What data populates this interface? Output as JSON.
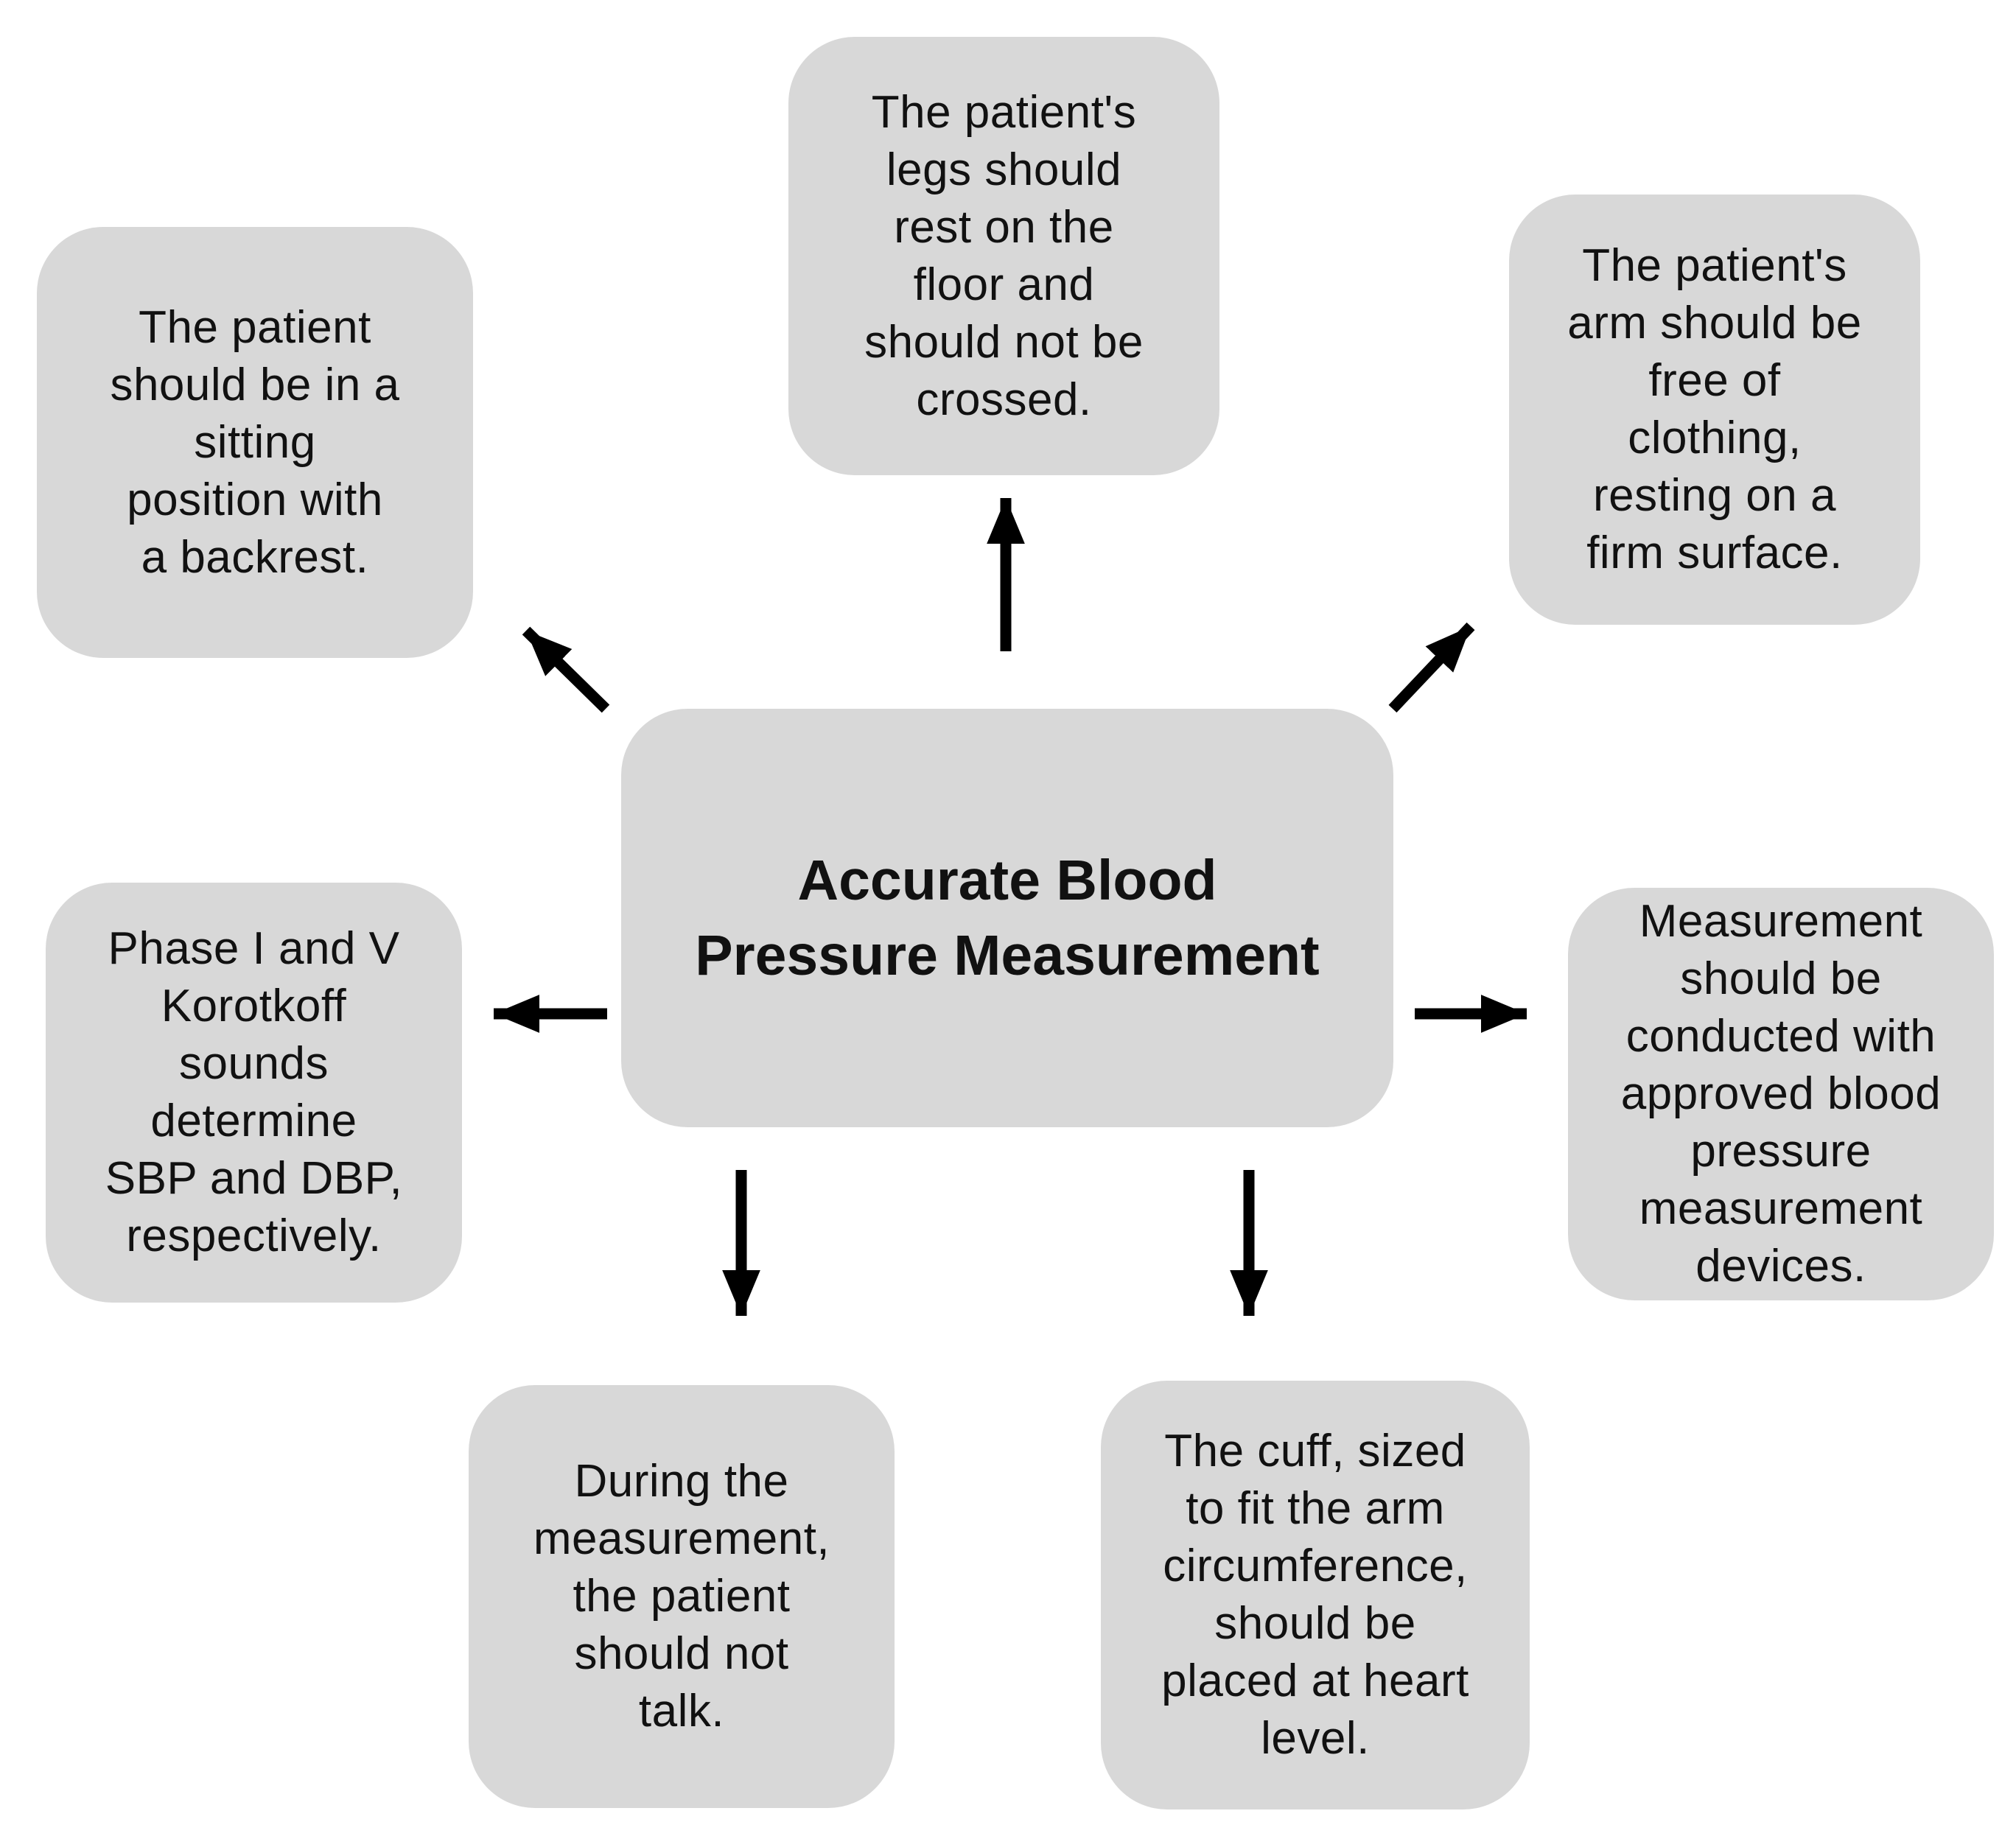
{
  "diagram": {
    "center": {
      "label": "Accurate Blood\nPressure Measurement"
    },
    "nodes": [
      {
        "position": "top-left",
        "text": "The patient\nshould be in a\nsitting\nposition with\na backrest."
      },
      {
        "position": "top-center",
        "text": "The patient's\nlegs should\nrest on the\nfloor and\nshould not be\ncrossed."
      },
      {
        "position": "top-right",
        "text": "The patient's\narm should be\nfree of\nclothing,\nresting on a\nfirm surface."
      },
      {
        "position": "middle-left",
        "text": "Phase I and V\nKorotkoff\nsounds\ndetermine\nSBP and DBP,\nrespectively."
      },
      {
        "position": "middle-right",
        "text": "Measurement\nshould be\nconducted with\napproved blood\npressure\nmeasurement\ndevices."
      },
      {
        "position": "bottom-left",
        "text": "During the\nmeasurement,\nthe patient\nshould not\ntalk."
      },
      {
        "position": "bottom-right",
        "text": "The cuff, sized\nto fit the arm\ncircumference,\nshould be\nplaced at heart\nlevel."
      }
    ],
    "colors": {
      "box_fill": "#d8d8d8",
      "text": "#111111",
      "arrow": "#000000",
      "background": "#ffffff"
    }
  }
}
